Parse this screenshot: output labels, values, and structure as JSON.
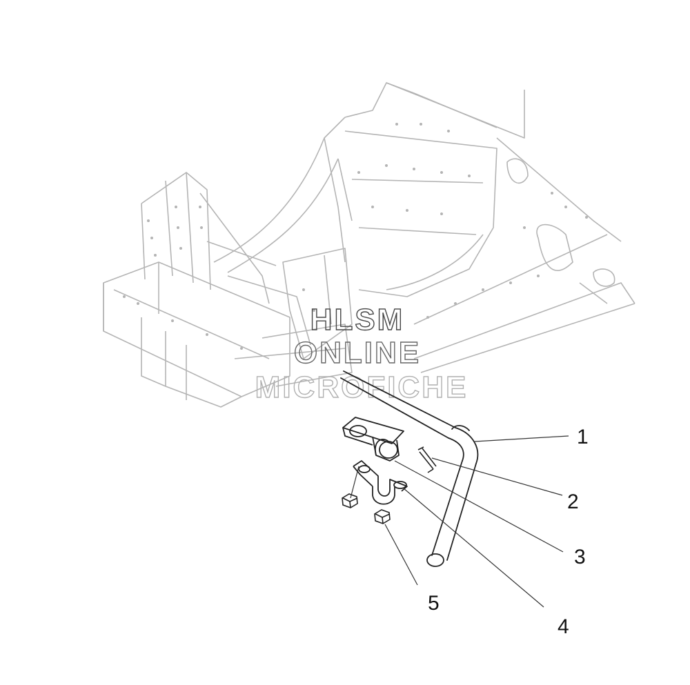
{
  "watermark": {
    "line1": "HLSM",
    "line2": "ONLINE",
    "line3": "MICROFICHE"
  },
  "callouts": [
    {
      "id": "1",
      "label": "1",
      "part": "stabilizer-bar"
    },
    {
      "id": "2",
      "label": "2",
      "part": "cotter-pin"
    },
    {
      "id": "3",
      "label": "3",
      "part": "upper-bushing-bracket"
    },
    {
      "id": "4",
      "label": "4",
      "part": "lower-clamp"
    },
    {
      "id": "5",
      "label": "5",
      "part": "nuts"
    }
  ],
  "colors": {
    "frame_ghost": "#b4b4b4",
    "part_line": "#222222",
    "watermark_dark": "#444444",
    "watermark_light": "#b0b0b0"
  }
}
